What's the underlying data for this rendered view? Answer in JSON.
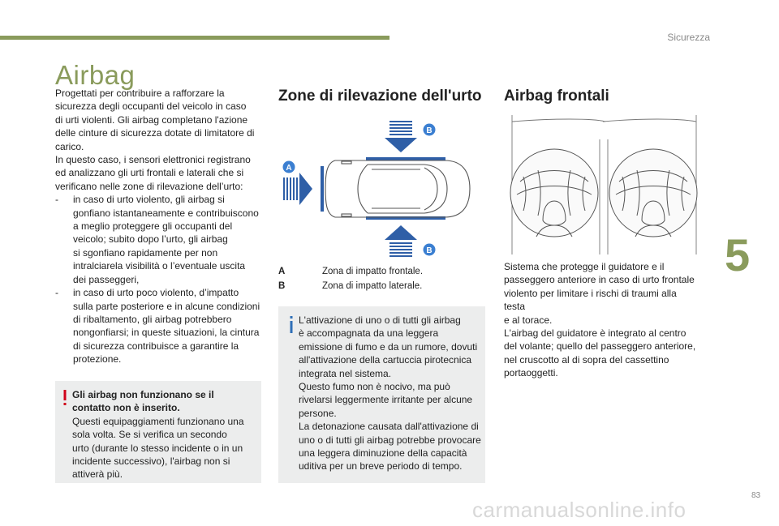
{
  "header": {
    "section": "Sicurezza",
    "chapter": "5",
    "page": "83"
  },
  "watermark": "carmanualsonline.info",
  "left": {
    "title": "Airbag",
    "intro_lines": [
      "Progettati per contribuire a rafforzare la",
      "sicurezza degli occupanti del veicolo in caso",
      "di urti violenti. Gli airbag completano l'azione",
      "delle cinture di sicurezza dotate di limitatore di",
      "carico.",
      "In questo caso, i sensori elettronici registrano",
      "ed analizzano gli urti frontali e laterali che si",
      "verificano nelle zone di rilevazione dell’urto:"
    ],
    "bullets": [
      {
        "dash": "-",
        "lines": [
          "in caso di urto violento, gli airbag si",
          "gonfiano istantaneamente e contribuiscono",
          "a meglio proteggere gli occupanti del",
          "veicolo; subito dopo l’urto, gli airbag",
          "si sgonfiano rapidamente per non",
          "intralciarela visibilità o l’eventuale uscita",
          "dei passeggeri,"
        ]
      },
      {
        "dash": "-",
        "lines": [
          "in caso di urto poco violento, d’impatto",
          "sulla parte posteriore e in alcune condizioni",
          "di ribaltamento, gli airbag potrebbero",
          "nongonfiarsi; in queste situazioni, la cintura",
          "di sicurezza contribuisce a garantire la",
          "protezione."
        ]
      }
    ],
    "warning": {
      "mark": "!",
      "bold_lines": [
        "Gli airbag non funzionano se il",
        "contatto non è inserito."
      ],
      "lines": [
        "Questi equipaggiamenti funzionano una",
        "sola volta. Se si verifica un secondo",
        "urto (durante lo stesso incidente o in un",
        "incidente successivo), l'airbag non si",
        "attiverà più."
      ]
    }
  },
  "middle": {
    "title": "Zone di rilevazione dell'urto",
    "diagram_labels": {
      "a": "A",
      "b_top": "B",
      "b_bottom": "B"
    },
    "legend": [
      {
        "key": "A",
        "text": "Zona di impatto frontale."
      },
      {
        "key": "B",
        "text": "Zona di impatto laterale."
      }
    ],
    "info": {
      "mark": "i",
      "lines": [
        "L'attivazione di uno o di tutti gli airbag",
        "è accompagnata da una leggera",
        "emissione di fumo e da un rumore, dovuti",
        "all'attivazione della cartuccia pirotecnica",
        "integrata nel sistema.",
        "Questo fumo non è nocivo, ma può",
        "rivelarsi leggermente irritante per alcune",
        "persone.",
        "La detonazione causata dall'attivazione di",
        "uno o di tutti gli airbag potrebbe provocare",
        "una leggera diminuzione della capacità",
        "uditiva per un breve periodo di tempo."
      ]
    }
  },
  "right": {
    "title": "Airbag frontali",
    "lines": [
      "Sistema che protegge il guidatore e il",
      "passeggero anteriore in caso di urto frontale",
      "violento per limitare i rischi di traumi alla testa",
      "e al torace.",
      "L'airbag del guidatore è integrato al centro",
      "del volante; quello del passeggero anteriore,",
      "nel cruscotto al di sopra del cassettino",
      "portaoggetti."
    ]
  },
  "colors": {
    "accent": "#8a9b5c",
    "diagram_blue": "#2f5fa7",
    "box_bg": "#eceded",
    "warn_red": "#d0021b",
    "info_blue": "#2f6fb8"
  }
}
